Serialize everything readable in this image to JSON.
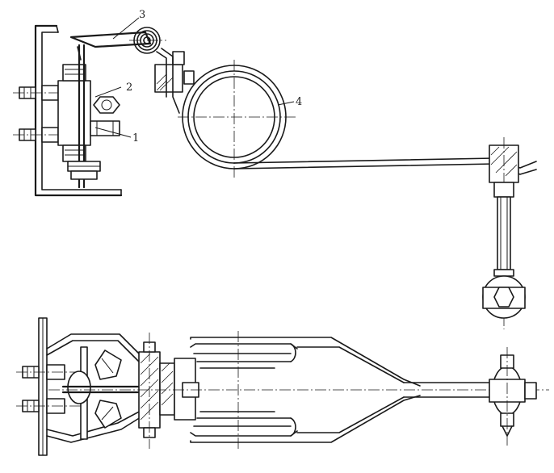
{
  "labels": {
    "part_1": "1",
    "part_2": "2",
    "part_3": "3",
    "part_4": "4"
  }
}
